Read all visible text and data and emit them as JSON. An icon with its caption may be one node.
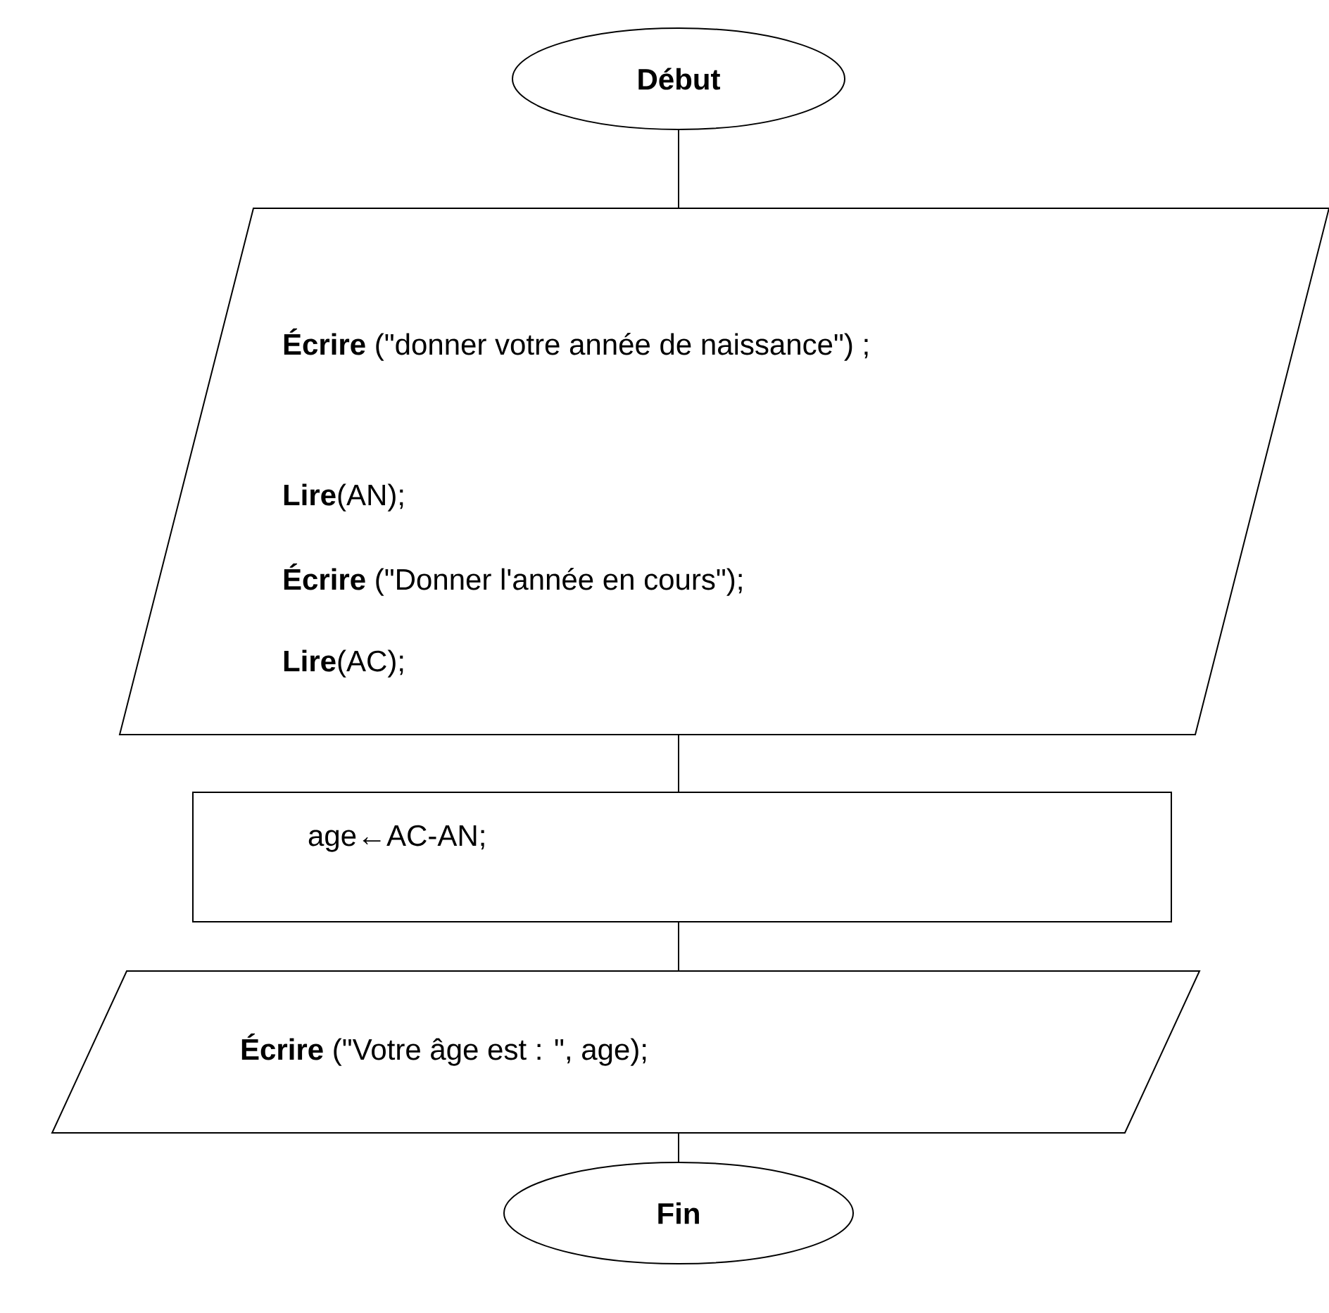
{
  "diagram": {
    "nodes": [
      {
        "text": [
          "Début"
        ]
      },
      {
        "text": [
          "**Écrire** (\"donner votre année de naissance\") ;",
          "**Lire**(AN);",
          "**Écrire** (\"Donner l'année en cours\");",
          "**Lire**(AC);"
        ]
      },
      {
        "text": [
          "age←AC-AN;"
        ]
      },
      {
        "text": [
          "**Écrire** (\"Votre âge est : \", age);"
        ]
      },
      {
        "text": [
          "Fin"
        ]
      }
    ],
    "edges": [
      {
        "from": 0,
        "to": 1,
        "arrow": "none"
      },
      {
        "from": 1,
        "to": 2,
        "arrow": "none"
      },
      {
        "from": 2,
        "to": 3,
        "arrow": "none"
      },
      {
        "from": 3,
        "to": 4,
        "arrow": "none"
      }
    ]
  }
}
